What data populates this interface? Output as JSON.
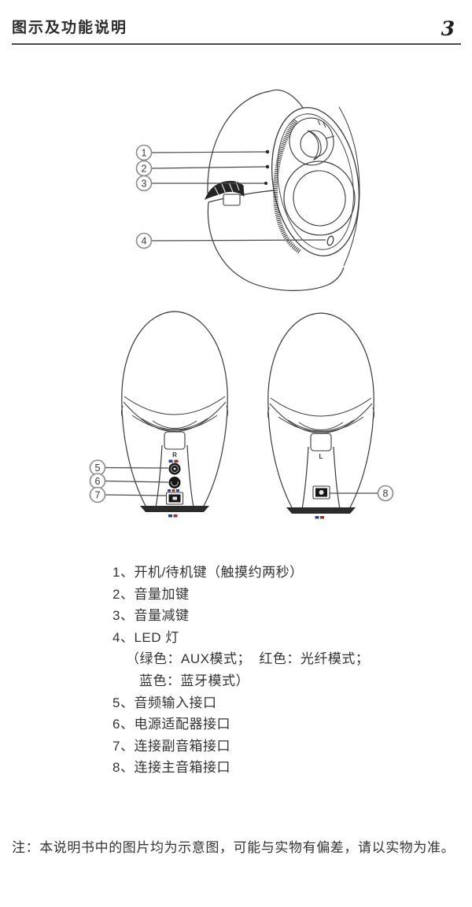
{
  "page": {
    "title": "图示及功能说明",
    "page_number": "3",
    "note": "注：本说明书中的图片均为示意图，可能与实物有偏差，请以实物为准。"
  },
  "figures": {
    "front_view": {
      "description_names": [
        "power-standby-touch-key",
        "volume-up-touch-key",
        "volume-down-touch-key",
        "led-indicator"
      ],
      "callouts": [
        {
          "number": "1"
        },
        {
          "number": "2"
        },
        {
          "number": "3"
        },
        {
          "number": "4"
        }
      ]
    },
    "rear_view": {
      "right_speaker_label": "R",
      "left_speaker_label": "L",
      "callouts": [
        {
          "number": "5"
        },
        {
          "number": "6"
        },
        {
          "number": "7"
        },
        {
          "number": "8"
        }
      ]
    }
  },
  "legend": {
    "items": [
      {
        "text": "1、开机/待机键（触摸约两秒）",
        "indent": 0
      },
      {
        "text": "2、音量加键",
        "indent": 0
      },
      {
        "text": "3、音量减键",
        "indent": 0
      },
      {
        "text": "4、LED 灯",
        "indent": 0
      },
      {
        "text": "（绿色：AUX模式；  红色：光纤模式；",
        "indent": 1
      },
      {
        "text": "蓝色：蓝牙模式）",
        "indent": 2
      },
      {
        "text": "5、音频输入接口",
        "indent": 0
      },
      {
        "text": "6、电源适配器接口",
        "indent": 0
      },
      {
        "text": "7、连接副音箱接口",
        "indent": 0
      },
      {
        "text": "8、连接主音箱接口",
        "indent": 0
      }
    ]
  },
  "colors": {
    "text": "#333333",
    "line_art": "#3a3a3a",
    "callout_stroke": "#8a8a8a",
    "rule": "#4a4a4a"
  }
}
